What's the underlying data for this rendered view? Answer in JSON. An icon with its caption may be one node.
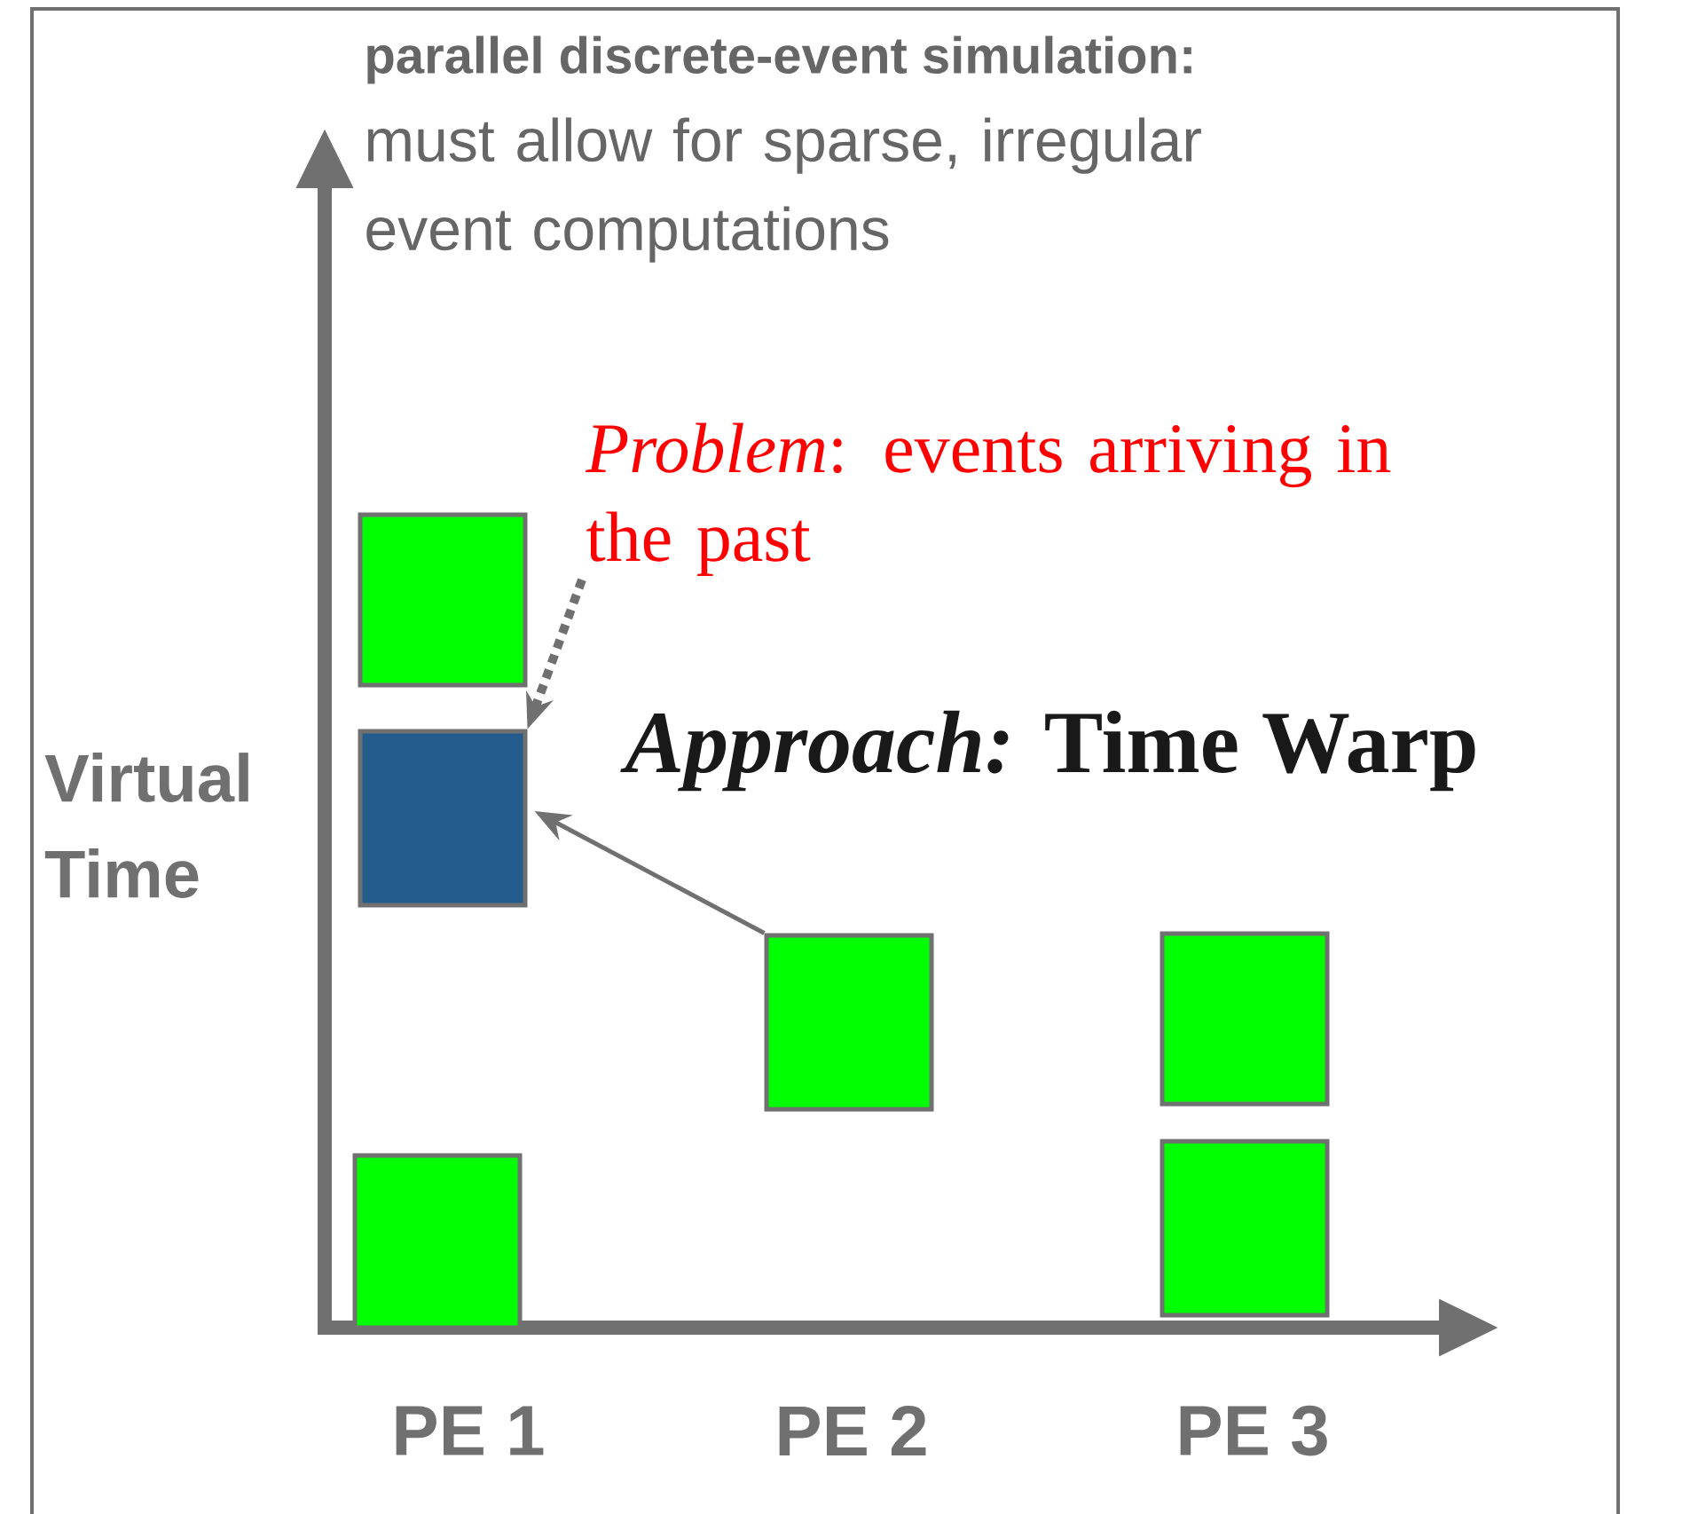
{
  "diagram": {
    "title": "parallel discrete-event simulation:",
    "nodes": [
      {
        "text": [
          "*Problem*: events arriving in the past"
        ]
      },
      {
        "text": [],
        "shape": "box"
      },
      {
        "text": [],
        "shape": "box"
      },
      {
        "text": [],
        "shape": "box"
      },
      {
        "text": [],
        "shape": "box"
      },
      {
        "text": [],
        "shape": "box"
      },
      {
        "text": [],
        "shape": "box"
      }
    ],
    "edges": [
      {
        "from": 0,
        "to": 2,
        "arrow": "to",
        "style": "dashed"
      },
      {
        "from": 3,
        "to": 2,
        "arrow": "to"
      }
    ],
    "labels": [
      "must allow for sparse, irregular event computations",
      "*Approach:* Time Warp",
      "Virtual Time",
      "PE 1",
      "PE 2",
      "PE 3"
    ]
  }
}
